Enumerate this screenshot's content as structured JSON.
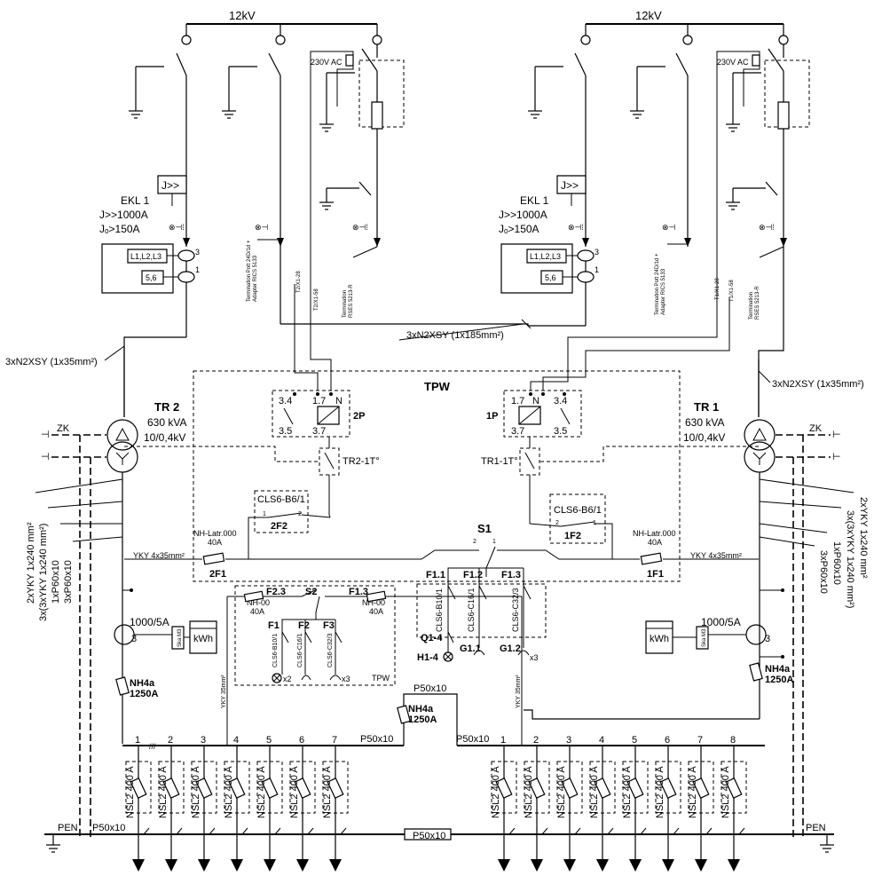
{
  "diagram": {
    "mv_voltage_left": "12kV",
    "mv_voltage_right": "12kV",
    "aux_voltage_left": "230V AC",
    "aux_voltage_right": "230V AC",
    "relay_box": "J>>",
    "ekl_left": [
      "EKL 1",
      "J>>1000A",
      "Jₒ>150A"
    ],
    "ekl_right": [
      "EKL 1",
      "J>>1000A",
      "Jₒ>150A"
    ],
    "ct_labels": [
      "L1,L2,L3",
      "5,6"
    ],
    "ct_taps": [
      "3",
      "1"
    ],
    "term_left": [
      "Termination Pott 24D/1d +",
      "Adapter RICS 5133"
    ],
    "term_right": [
      "Termination",
      "RSES 5213-R"
    ],
    "term2_left": [
      "Termination Pott 24D/1d +",
      "Adapter RICS 5133"
    ],
    "term2_right": [
      "Termination",
      "RSES 5213-R"
    ],
    "wire_tags_left": [
      "T2/X1-28",
      "T2/X1-58"
    ],
    "wire_tags_right": [
      "T1/X1-28",
      "T1/X1-58"
    ],
    "mv_cable": "3xN2XSY (1x185mm²)",
    "cable_left": "3xN2XSY (1x35mm²)",
    "cable_right": "3xN2XSY (1x35mm²)",
    "tpw": "TPW",
    "tpw_small": "TPW",
    "tr2": [
      "TR 2",
      "630 kVA",
      "10/0,4kV"
    ],
    "tr1": [
      "TR 1",
      "630 kVA",
      "10/0,4kV"
    ],
    "zk": "ZK",
    "relay_2p": {
      "name": "2P",
      "c1": "3.4",
      "c2": "1.7",
      "c3": "N",
      "c4": "3.5",
      "c5": "3.7"
    },
    "relay_1p": {
      "name": "1P",
      "c1": "1.7",
      "c2": "N",
      "c3": "3.4",
      "c4": "3.7",
      "c5": "3.5"
    },
    "thermo_left": "TR2-1T°",
    "thermo_right": "TR1-1T°",
    "mcb_left": {
      "type": "CLS6-B6/1",
      "name": "2F2",
      "p1": "1",
      "p2": "2"
    },
    "mcb_right": {
      "type": "CLS6-B6/1",
      "name": "1F2",
      "p1": "2",
      "p2": "1"
    },
    "fuse_left": {
      "type": "NH-Latr.000",
      "rating": "40A",
      "name": "2F1"
    },
    "fuse_right": {
      "type": "NH-Latr.000",
      "rating": "40A",
      "name": "1F1"
    },
    "yky_left": "YKY 4x35mm²",
    "yky_right": "YKY 4x35mm²",
    "s1": {
      "name": "S1",
      "p1": "2",
      "p2": "1"
    },
    "f_right": [
      "F1.1",
      "F1.2",
      "F1.3"
    ],
    "f_right_types": [
      "CLS6-B10/1",
      "CLS6-C16/1",
      "CLS6-C32/3"
    ],
    "loads_right": [
      "Q1-4",
      "H1-4",
      "G1.1",
      "G1.2",
      "x3"
    ],
    "aux_left": {
      "f23": "F2.3",
      "f13": "F1.3",
      "s2": "S2",
      "nh": "NH-00",
      "nh_rating": "40A",
      "f": [
        "F1",
        "F2",
        "F3"
      ],
      "types": [
        "CLS6-B10/1",
        "CLS6-C16/1",
        "CLS6-C32/3"
      ],
      "x2": "x2",
      "x3": "x3"
    },
    "cables_left_vertical": [
      "2xYKY 1x240 mm²",
      "3x(3xYKY 1x240 mm²)",
      "1xP60x10",
      "3xP60x10"
    ],
    "cables_right_vertical": [
      "2xYKY 1x240 mm²",
      "3x(3xYKY 1x240 mm²)",
      "1xP60x10",
      "3xP60x10"
    ],
    "meter_left": {
      "ct": "1000/5A",
      "tap": "3",
      "box": "Ska M3",
      "kwh": "kWh"
    },
    "meter_right": {
      "ct": "1000/5A",
      "tap": "3",
      "box": "Ska M3",
      "kwh": "kWh"
    },
    "yky35": "YKY 35mm²",
    "main_fuse_left": [
      "NH4a",
      "1250A"
    ],
    "main_fuse_right": [
      "NH4a",
      "1250A"
    ],
    "coupler_fuse": [
      "NH4a",
      "1250A"
    ],
    "coupler_bar": "P50x10",
    "lv_bus_left": "P50x10",
    "lv_bus_right": "P50x10",
    "pen_bar": "P50x10",
    "pen_left": "PEN",
    "pen_right": "PEN",
    "pen_bar_mid": "P50x10",
    "feeders_left": [
      "1",
      "2",
      "3",
      "4",
      "5",
      "6",
      "7"
    ],
    "feeders_right": [
      "1",
      "2",
      "3",
      "4",
      "5",
      "6",
      "7",
      "8"
    ],
    "feeder_fuse": "NSL2 400 A"
  }
}
